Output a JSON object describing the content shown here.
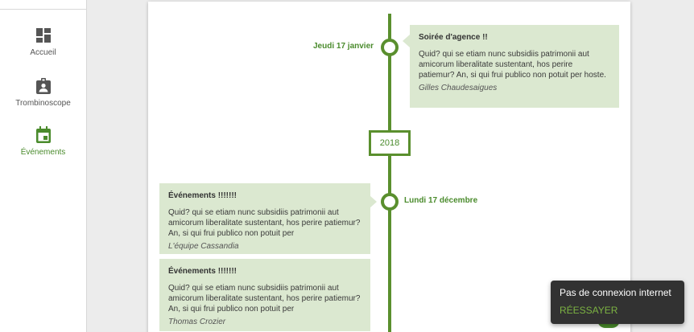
{
  "colors": {
    "accent": "#4a8b2c",
    "event_bg": "#dbe8d0",
    "toast_bg": "#323232"
  },
  "sidebar": {
    "items": [
      {
        "label": "Accueil",
        "icon": "dashboard-icon",
        "active": false
      },
      {
        "label": "Trombinoscope",
        "icon": "badge-icon",
        "active": false
      },
      {
        "label": "Événements",
        "icon": "calendar-icon",
        "active": true
      }
    ]
  },
  "timeline": {
    "year": "2018",
    "events": [
      {
        "date": "Jeudi 17 janvier",
        "title": "Soirée d'agence !!",
        "body": "Quid? qui se etiam nunc subsidiis patrimonii aut  amicorum liberalitate sustentant, hos perire patiemur? An, si qui frui publico non potuit per hoste.",
        "author": "Gilles Chaudesaigues"
      },
      {
        "date": "Lundi 17 décembre",
        "title": "Événements !!!!!!!",
        "body": "Quid? qui se etiam nunc subsidiis patrimonii aut amicorum liberalitate sustentant, hos perire patiemur? An, si qui frui publico non potuit per",
        "author": "L'équipe Cassandia"
      },
      {
        "date": "",
        "title": "Événements !!!!!!!",
        "body": "Quid? qui se etiam nunc subsidiis patrimonii aut amicorum liberalitate sustentant, hos perire patiemur? An, si qui frui publico non potuit per",
        "author": "Thomas Crozier"
      }
    ]
  },
  "toast": {
    "message": "Pas de connexion internet",
    "action": "RÉESSAYER"
  }
}
